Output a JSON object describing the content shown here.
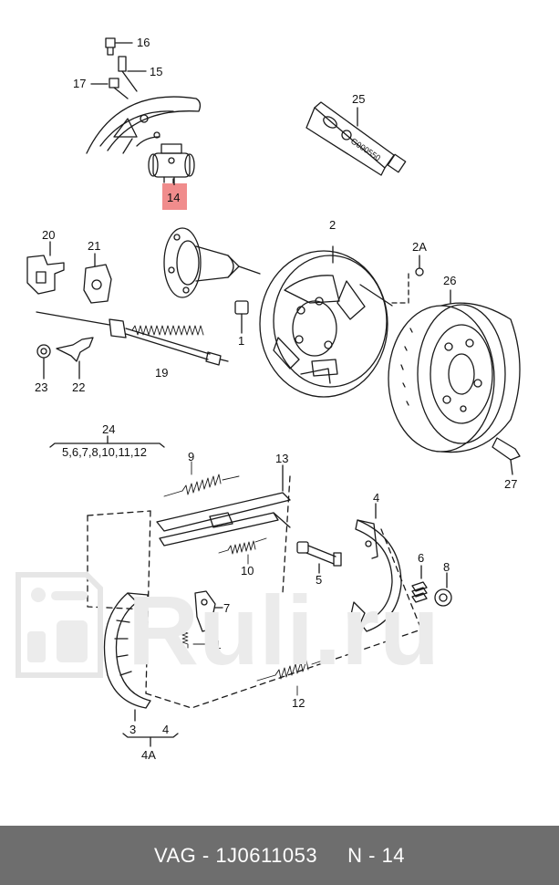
{
  "diagram": {
    "labels": {
      "p1": "1",
      "p2": "2",
      "p2a": "2A",
      "p3": "3",
      "p4": "4",
      "p4a": "4A",
      "p4b": "4",
      "p5": "5",
      "p6": "6",
      "p7": "7",
      "p8": "8",
      "p9": "9",
      "p10": "10",
      "p11": "11",
      "p12": "12",
      "p13": "13",
      "p14": "14",
      "p15": "15",
      "p16": "16",
      "p17": "17",
      "p19": "19",
      "p20": "20",
      "p21": "21",
      "p22": "22",
      "p23": "23",
      "p24": "24",
      "p24_sub": "5,6,7,8,10,11,12",
      "p25": "25",
      "p26": "26",
      "p27": "27"
    },
    "tube_marking": "G000550",
    "highlight_color": "#f08c8c"
  },
  "watermark": {
    "text": "Ruli.ru"
  },
  "footer": {
    "text": "VAG - 1J0611053     N - 14"
  }
}
